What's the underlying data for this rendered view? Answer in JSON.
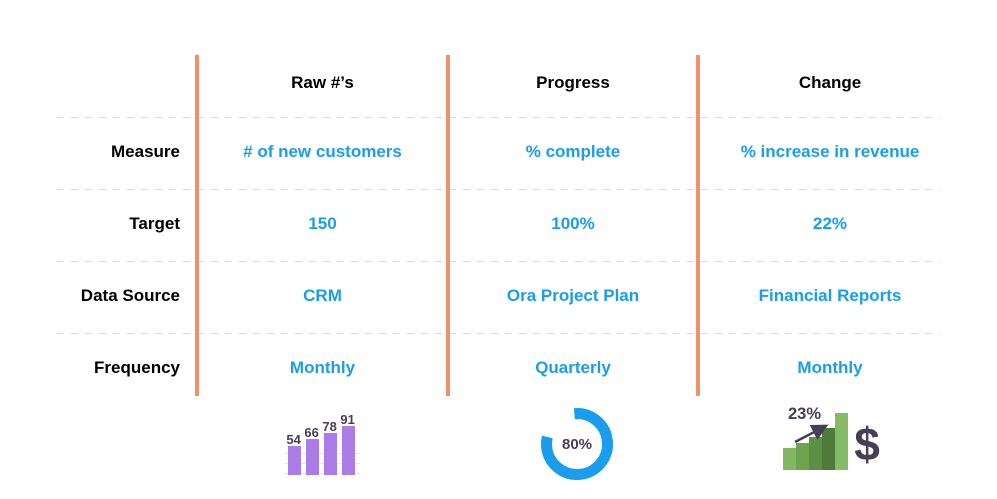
{
  "page": {
    "background": "#ffffff"
  },
  "colors": {
    "accent_orange": "#f2906c",
    "value_blue": "#1a9ded",
    "label_black": "#000000",
    "chart_dark": "#473d55",
    "purple_bar": "#ab7ce6",
    "gridline": "#e7e7e7",
    "divider_dash": "#d9d9d9",
    "green_bars": [
      "#83b863",
      "#6da24e",
      "#5d8f45",
      "#4f7a3a",
      "#86bb66"
    ]
  },
  "table": {
    "columns": [
      "Raw #’s",
      "Progress",
      "Change"
    ],
    "rows": [
      {
        "label": "Measure",
        "values": [
          "# of new customers",
          "% complete",
          "% increase in revenue"
        ]
      },
      {
        "label": "Target",
        "values": [
          "150",
          "100%",
          "22%"
        ]
      },
      {
        "label": "Data Source",
        "values": [
          "CRM",
          "Ora Project Plan",
          "Financial Reports"
        ]
      },
      {
        "label": "Frequency",
        "values": [
          "Monthly",
          "Quarterly",
          "Monthly"
        ]
      }
    ]
  },
  "chart_data": [
    {
      "type": "bar",
      "column": "Raw #’s",
      "values": [
        54,
        66,
        78,
        91
      ],
      "data_labels": [
        "54",
        "66",
        "78",
        "91"
      ],
      "bar_color": "#ab7ce6",
      "label_color": "#473d55",
      "grid": true,
      "axis_labels": "none"
    },
    {
      "type": "pie",
      "style": "donut",
      "column": "Progress",
      "values": [
        80,
        20
      ],
      "center_label": "80%",
      "arc_color": "#1a9ded",
      "gap_position": "top-left"
    },
    {
      "type": "bar",
      "column": "Change",
      "values": [
        22,
        27,
        33,
        42,
        57
      ],
      "value_note": "relative pixel heights, no data labels shown",
      "colors": [
        "#83b863",
        "#6da24e",
        "#5d8f45",
        "#4f7a3a",
        "#86bb66"
      ],
      "annotation": "23%",
      "annotation_icon": "up-trend-arrow",
      "adjacent_icon": "dollar-sign"
    }
  ],
  "icons": {
    "dollar_sign": "$"
  }
}
